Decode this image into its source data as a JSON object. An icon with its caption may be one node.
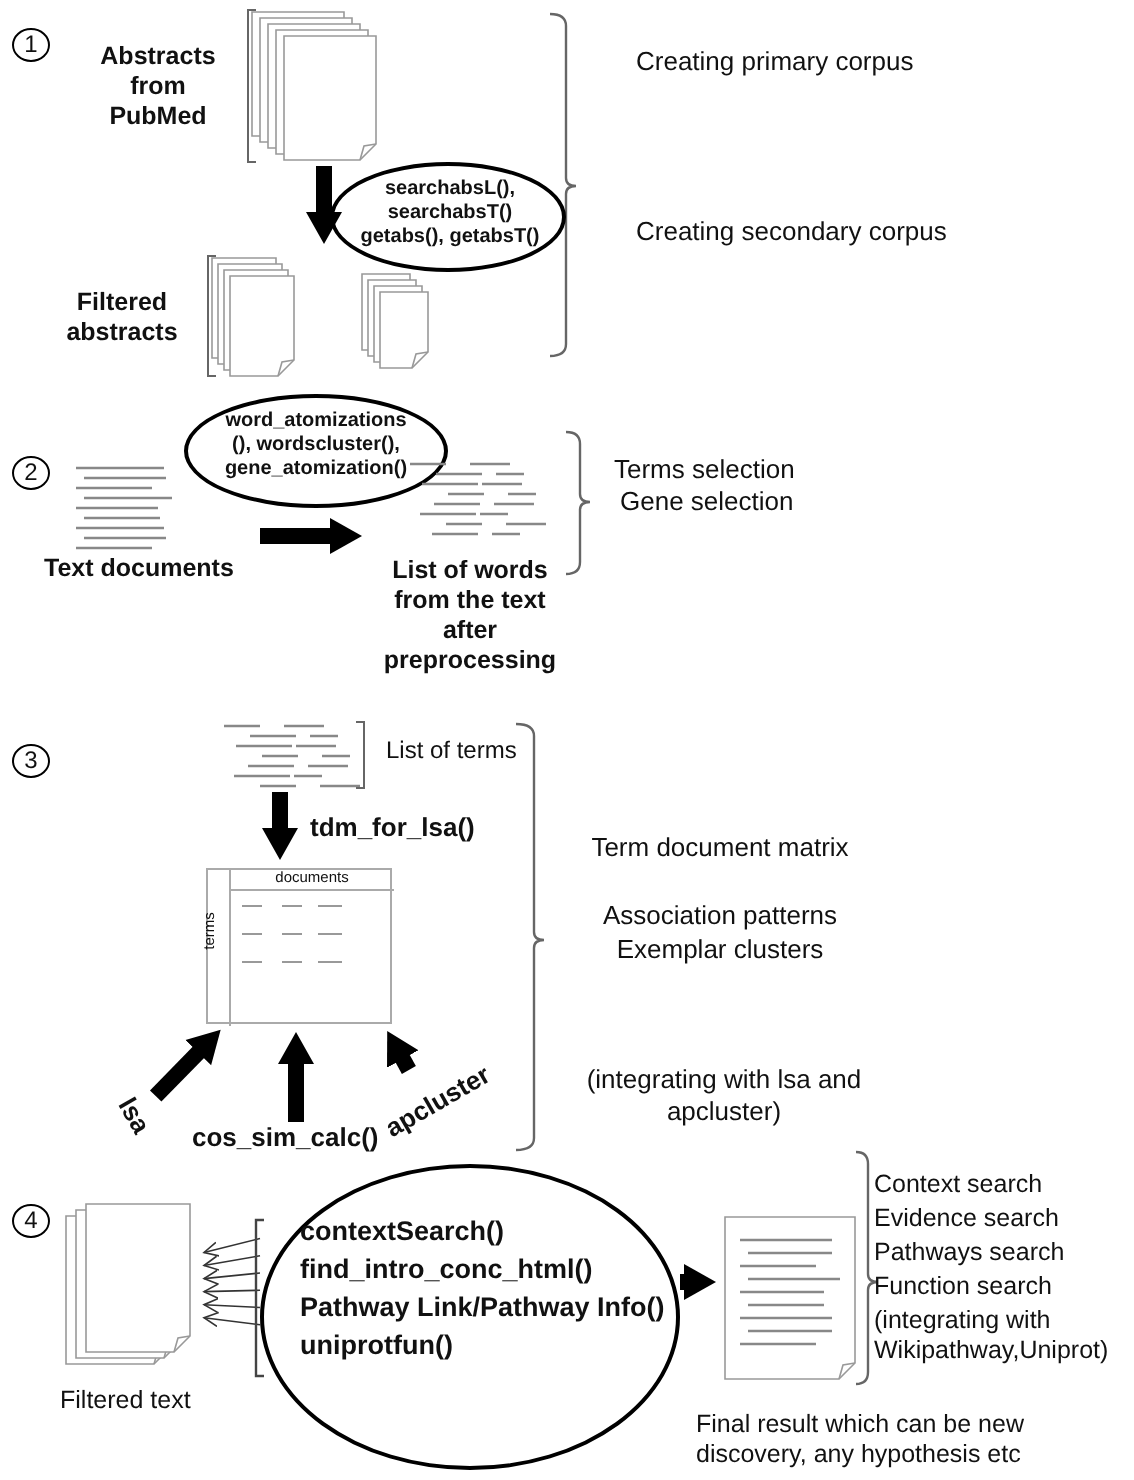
{
  "diagram": {
    "nodes": [
      {
        "text": [
          "1"
        ]
      },
      {
        "text": [
          "Abstracts from PubMed"
        ]
      },
      {
        "text": [
          "searchabsL(), searchabsT() getabs(), getabsT()"
        ]
      },
      {
        "text": [
          "Filtered abstracts"
        ]
      },
      {
        "text": [
          "2"
        ]
      },
      {
        "text": [
          "Text documents"
        ]
      },
      {
        "text": [
          "word_atomizations (), wordscluster(), gene_atomization()"
        ]
      },
      {
        "text": [
          "List of words from the text after preprocessing"
        ]
      },
      {
        "text": [
          "3"
        ]
      },
      {
        "text": [
          "List of terms"
        ]
      },
      {
        "text": [
          "documents",
          "terms"
        ]
      },
      {
        "text": [
          "lsa"
        ]
      },
      {
        "text": [
          "cos_sim_calc()"
        ]
      },
      {
        "text": [
          "apcluster"
        ]
      },
      {
        "text": [
          "4"
        ]
      },
      {
        "text": [
          "Filtered text"
        ]
      },
      {
        "text": [
          "contextSearch()",
          "find_intro_conc_html()",
          "Pathway Link/Pathway Info()",
          "uniprotfun()"
        ]
      },
      {
        "text": [],
        "shape": "picture"
      }
    ],
    "edges": [
      {
        "from": 1,
        "to": 3,
        "arrow": "to"
      },
      {
        "from": 5,
        "to": 7,
        "arrow": "to"
      },
      {
        "from": 9,
        "to": 10,
        "arrow": "to",
        "label": "tdm_for_lsa()"
      },
      {
        "from": 11,
        "to": 10,
        "arrow": "to"
      },
      {
        "from": 12,
        "to": 10,
        "arrow": "to"
      },
      {
        "from": 13,
        "to": 10,
        "arrow": "to"
      },
      {
        "from": 16,
        "to": 15,
        "arrow": "to"
      },
      {
        "from": 16,
        "to": 15,
        "arrow": "to"
      },
      {
        "from": 16,
        "to": 15,
        "arrow": "to"
      },
      {
        "from": 16,
        "to": 15,
        "arrow": "to"
      },
      {
        "from": 16,
        "to": 15,
        "arrow": "to"
      },
      {
        "from": 16,
        "to": 15,
        "arrow": "to"
      },
      {
        "from": 16,
        "to": 17,
        "arrow": "to"
      }
    ],
    "labels": [
      "Creating primary corpus",
      "Creating secondary corpus",
      "Terms selection",
      "Gene selection",
      "Term document matrix",
      "Association patterns",
      "Exemplar clusters",
      "(integrating with lsa and apcluster)",
      "Context search",
      "Evidence search",
      "Pathways search",
      "Function search",
      "(integrating with Wikipathway,Uniprot)",
      "Final result which can be new discovery, any hypothesis etc"
    ]
  }
}
